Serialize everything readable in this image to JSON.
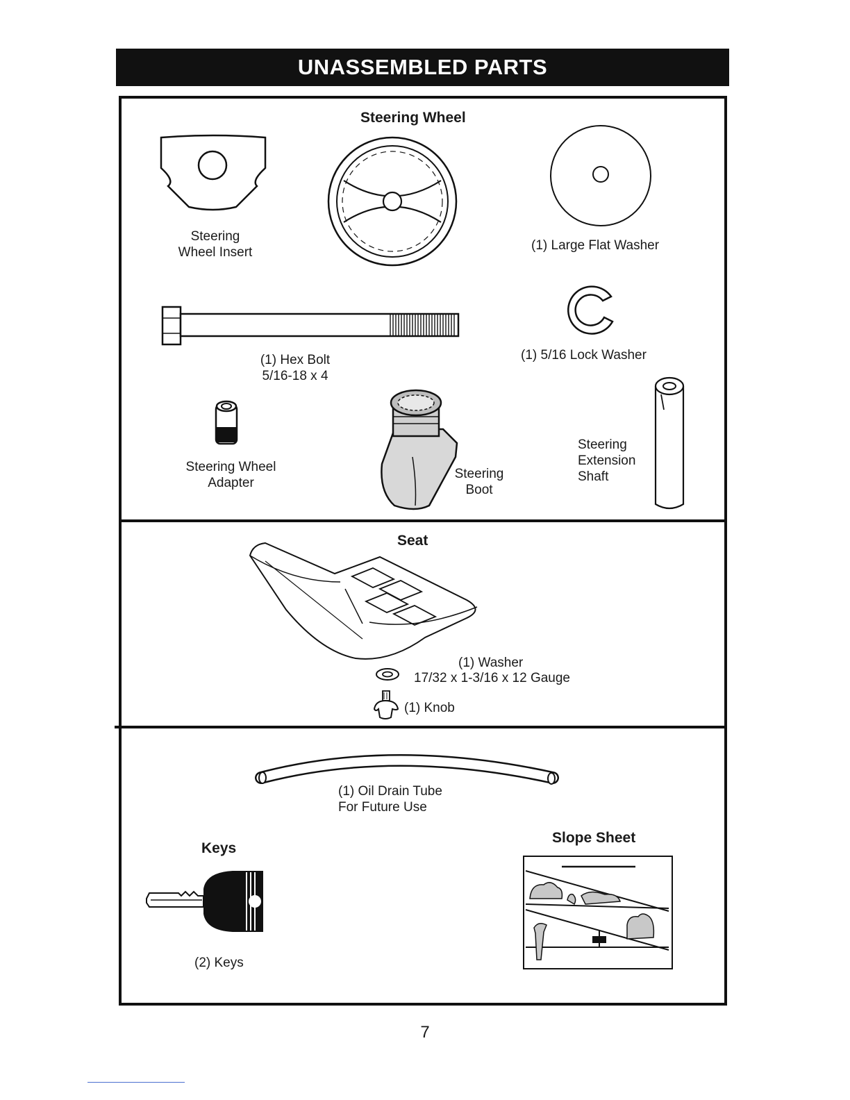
{
  "page_title": "UNASSEMBLED PARTS",
  "sections": {
    "steering": {
      "heading": "Steering Wheel",
      "parts": {
        "wheel_insert": "Steering\nWheel Insert",
        "large_washer": "(1) Large Flat Washer",
        "hex_bolt": "(1) Hex Bolt\n5/16-18 x 4",
        "lock_washer": "(1) 5/16 Lock Washer",
        "wheel_adapter": "Steering Wheel\nAdapter",
        "boot": "Steering\nBoot",
        "extension_shaft": "Steering\nExtension\nShaft"
      }
    },
    "seat": {
      "heading": "Seat",
      "parts": {
        "washer": "(1) Washer",
        "washer_size": "17/32 x 1-3/16 x 12 Gauge",
        "knob": "(1) Knob"
      }
    },
    "misc": {
      "oil_drain_tube": "(1) Oil Drain Tube\nFor Future Use",
      "keys_heading": "Keys",
      "keys": "(2) Keys",
      "slope_heading": "Slope Sheet"
    }
  },
  "page_number": "7"
}
